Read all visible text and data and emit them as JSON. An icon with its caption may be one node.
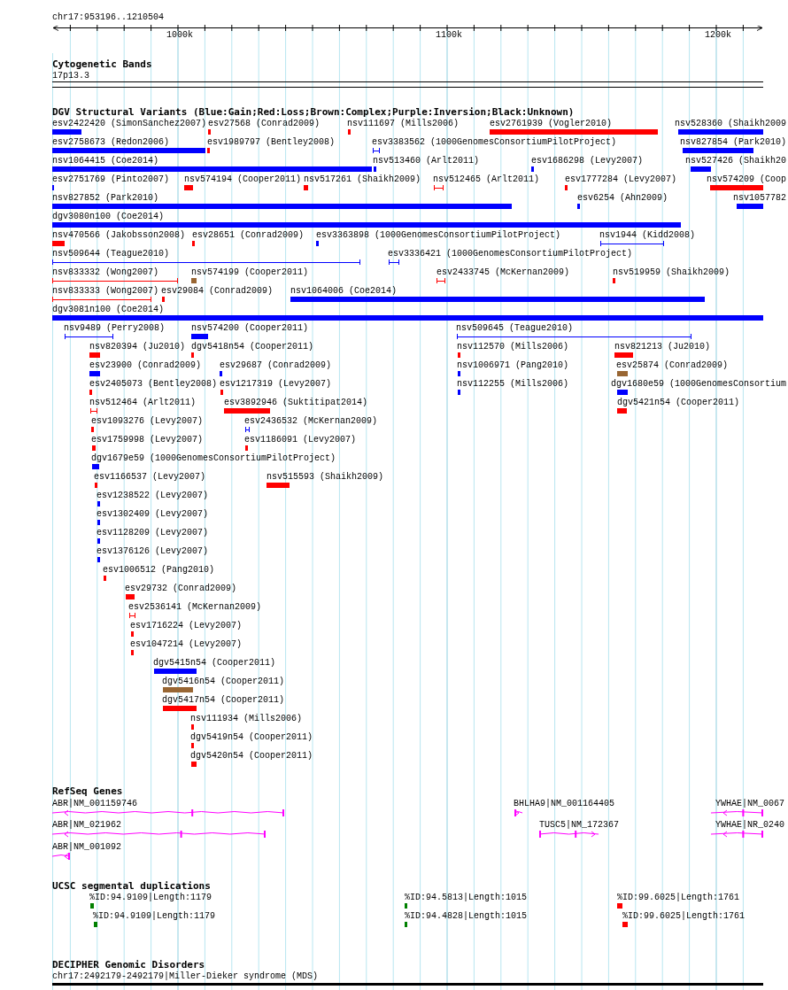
{
  "diagram": {
    "labels": [
      "chr17:953196..1210504",
      "1000k",
      "1100k",
      "1200k",
      "Cytogenetic Bands",
      "17p13.3",
      "DGV Structural Variants (Blue:Gain;Red:Loss;Brown:Complex;Purple:Inversion;Black:Unknown)",
      "esv2422420 (SimonSanchez2007)",
      "esv27568 (Conrad2009)",
      "nsv111697 (Mills2006)",
      "esv2761939 (Vogler2010)",
      "nsv528360 (Shaikh2009",
      "esv2758673 (Redon2006)",
      "esv1989797 (Bentley2008)",
      "esv3383562 (1000GenomesConsortiumPilotProject)",
      "nsv827854 (Park2010)",
      "nsv1064415 (Coe2014)",
      "nsv513460 (Arlt2011)",
      "esv1686298 (Levy2007)",
      "nsv527426 (Shaikh20",
      "esv2751769 (Pinto2007)",
      "nsv574194 (Cooper2011)",
      "nsv517261 (Shaikh2009)",
      "nsv512465 (Arlt2011)",
      "esv1777284 (Levy2007)",
      "nsv574209 (Coop",
      "nsv827852 (Park2010)",
      "esv6254 (Ahn2009)",
      "nsv1057782",
      "dgv3080n100 (Coe2014)",
      "nsv470566 (Jakobsson2008)",
      "esv28651 (Conrad2009)",
      "esv3363898 (1000GenomesConsortiumPilotProject)",
      "nsv1944 (Kidd2008)",
      "nsv509644 (Teague2010)",
      "esv3336421 (1000GenomesConsortiumPilotProject)",
      "nsv833332 (Wong2007)",
      "nsv574199 (Cooper2011)",
      "esv2433745 (McKernan2009)",
      "nsv519959 (Shaikh2009)",
      "nsv833333 (Wong2007)",
      "esv29084 (Conrad2009)",
      "nsv1064006 (Coe2014)",
      "dgv3081n100 (Coe2014)",
      "nsv9489 (Perry2008)",
      "nsv574200 (Cooper2011)",
      "nsv509645 (Teague2010)",
      "nsv820394 (Ju2010)",
      "dgv5418n54 (Cooper2011)",
      "nsv112570 (Mills2006)",
      "nsv821213 (Ju2010)",
      "esv23900 (Conrad2009)",
      "esv29687 (Conrad2009)",
      "nsv1006971 (Pang2010)",
      "esv25874 (Conrad2009)",
      "esv2405073 (Bentley2008)",
      "esv1217319 (Levy2007)",
      "nsv112255 (Mills2006)",
      "dgv1680e59 (1000GenomesConsortium",
      "nsv512464 (Arlt2011)",
      "esv3892946 (Suktitipat2014)",
      "dgv5421n54 (Cooper2011)",
      "esv1093276 (Levy2007)",
      "esv2436532 (McKernan2009)",
      "esv1759998 (Levy2007)",
      "esv1186091 (Levy2007)",
      "dgv1679e59 (1000GenomesConsortiumPilotProject)",
      "esv1166537 (Levy2007)",
      "nsv515593 (Shaikh2009)",
      "esv1238522 (Levy2007)",
      "esv1302409 (Levy2007)",
      "esv1128209 (Levy2007)",
      "esv1376126 (Levy2007)",
      "esv1006512 (Pang2010)",
      "esv29732 (Conrad2009)",
      "esv2536141 (McKernan2009)",
      "esv1716224 (Levy2007)",
      "esv1047214 (Levy2007)",
      "dgv5415n54 (Cooper2011)",
      "dgv5416n54 (Cooper2011)",
      "dgv5417n54 (Cooper2011)",
      "nsv111934 (Mills2006)",
      "dgv5419n54 (Cooper2011)",
      "dgv5420n54 (Cooper2011)",
      "RefSeq Genes",
      "ABR|NM_001159746",
      "BHLHA9|NM_001164405",
      "YWHAE|NM_0067",
      "ABR|NM_021962",
      "TUSC5|NM_172367",
      "YWHAE|NR_0240",
      "ABR|NM_001092",
      "UCSC segmental duplications",
      "%ID:94.9109|Length:1179",
      "%ID:94.5813|Length:1015",
      "%ID:99.6025|Length:1761",
      "%ID:94.9109|Length:1179",
      "%ID:94.4828|Length:1015",
      "%ID:99.6025|Length:1761",
      "DECIPHER Genomic Disorders",
      "chr17:2492179-2492179|Miller-Dieker syndrome (MDS)"
    ]
  }
}
